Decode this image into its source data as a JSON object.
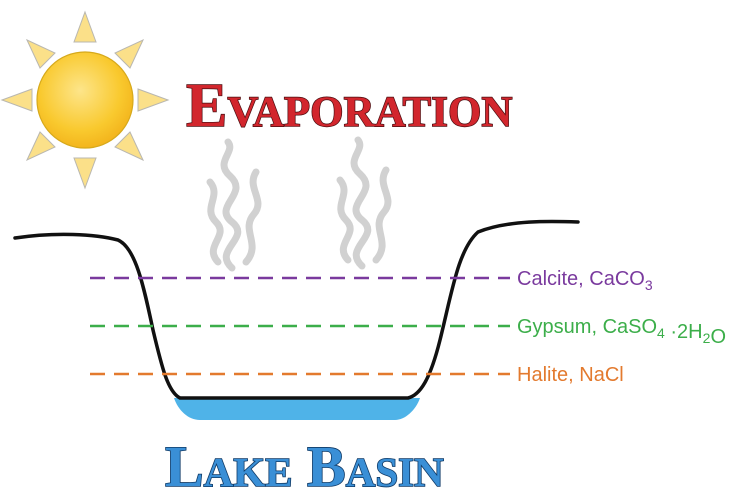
{
  "title": "Evaporation",
  "basin_label": "Lake Basin",
  "minerals": [
    {
      "name": "Calcite",
      "formula_parts": [
        {
          "t": "CaCO"
        },
        {
          "t": "3",
          "sub": true
        }
      ],
      "color": "#7a3a9e"
    },
    {
      "name": "Gypsum",
      "formula_parts": [
        {
          "t": "CaSO"
        },
        {
          "t": "4",
          "sub": true
        },
        {
          "t": " ·2H"
        },
        {
          "t": "2",
          "sub": true
        },
        {
          "t": "O"
        }
      ],
      "color": "#3cae4a"
    },
    {
      "name": "Halite",
      "formula_parts": [
        {
          "t": "NaCl"
        }
      ],
      "color": "#e37a2e"
    }
  ],
  "colors": {
    "sun_fill": "#f9c92e",
    "sun_ray": "#fbe089",
    "sun_outline": "#b9b7b0",
    "water": "#4fb3e8",
    "basin_outline": "#111111",
    "vapor": "#cccccc"
  },
  "icons": [
    "sun-icon",
    "vapor-icon"
  ]
}
